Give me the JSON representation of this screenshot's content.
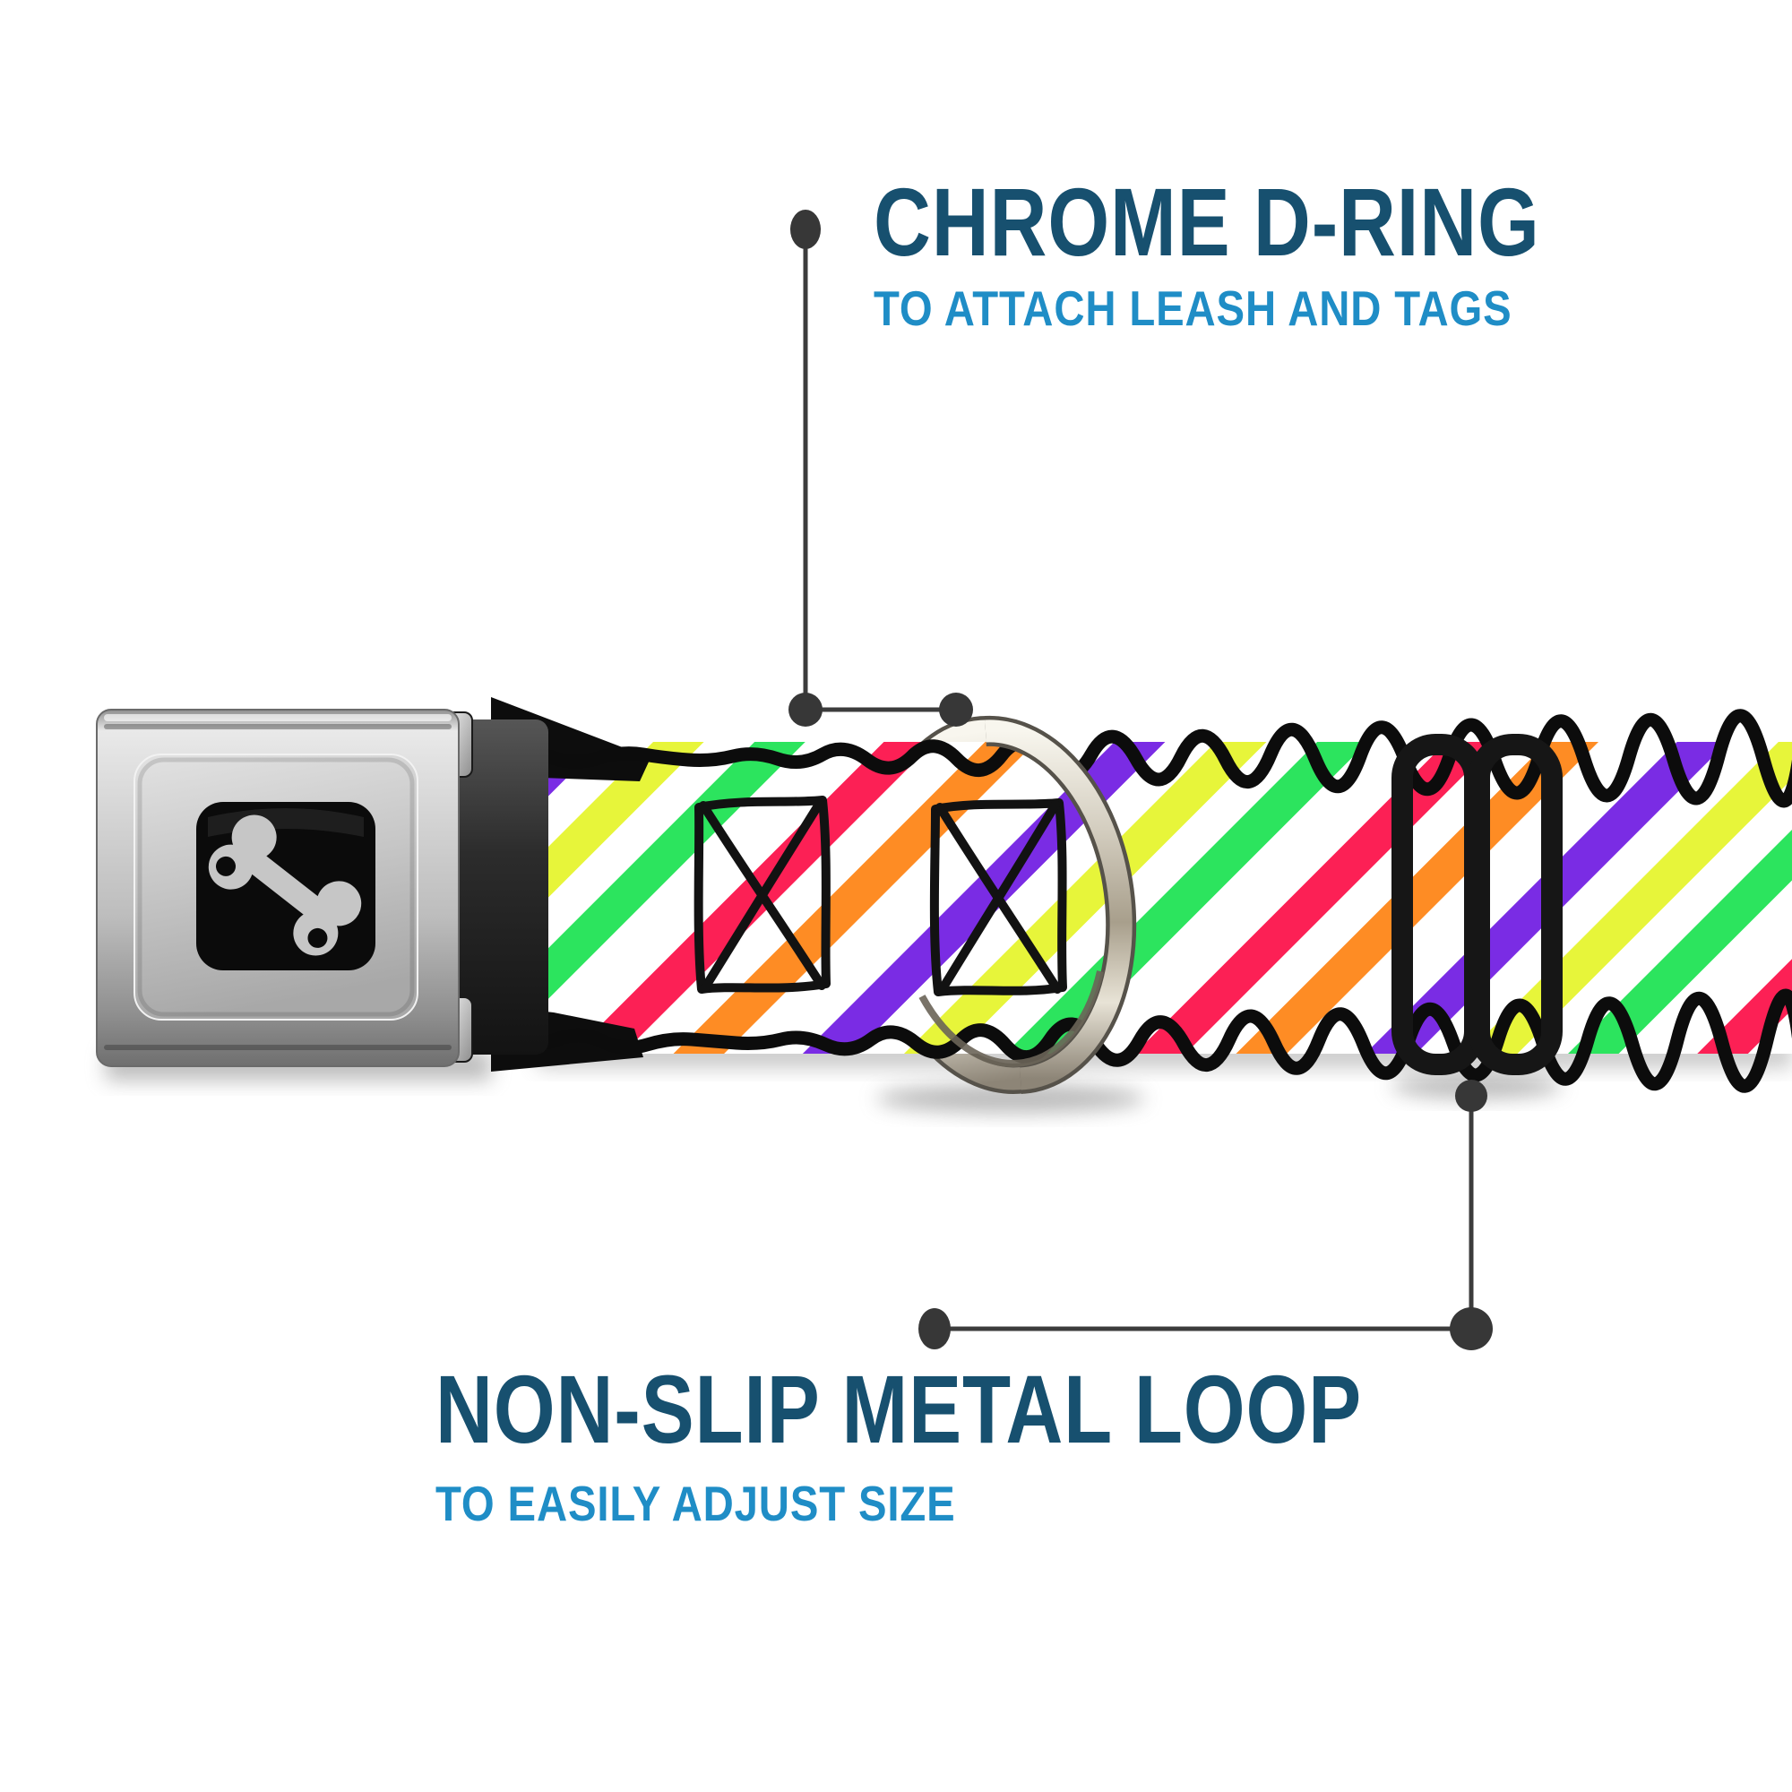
{
  "callouts": {
    "dring": {
      "title": "CHROME D-RING",
      "subtitle": "TO ATTACH LEASH AND TAGS"
    },
    "loop": {
      "title": "NON-SLIP METAL LOOP",
      "subtitle": "TO EASILY ADJUST SIZE"
    }
  },
  "colors": {
    "title_navy": "#17506F",
    "subtitle_blue": "#1F8DC6",
    "callout_line_gray": "#3B3B3B",
    "webbing_base": "#FFFFFF",
    "webbing_edge_black": "#0C0C0C",
    "stripe_yellow": "#E7F53A",
    "stripe_green": "#2CE45E",
    "stripe_red": "#FC2055",
    "stripe_orange": "#FE8C24",
    "stripe_purple": "#7A2CE4",
    "buckle_silver": "#C9C9C9",
    "bone_gray": "#C6C6C6",
    "adjuster_black": "#161616",
    "dring_chrome": "#CFC9BB"
  },
  "product": {
    "buckle_logo": "dog-bone",
    "hardware": {
      "d_ring": "chrome",
      "adjuster": "black plastic double loop",
      "buckle": "silver seatbelt buckle"
    }
  }
}
